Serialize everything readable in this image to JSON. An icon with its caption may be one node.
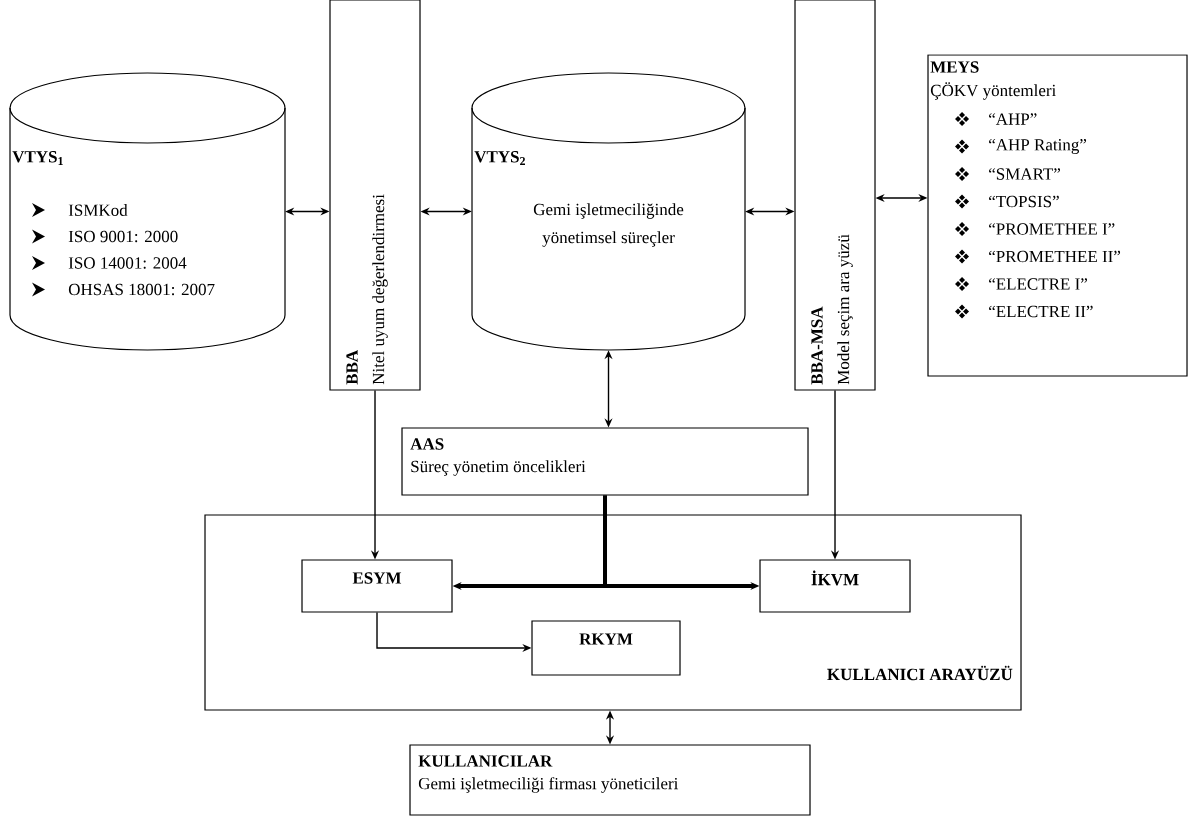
{
  "diagram": {
    "nodes": [
      {
        "text": [
          "VTYS$_{1}$",
          "ISMKod",
          "ISO 9001: 2000",
          "ISO 14001: 2004",
          "OHSAS 18001: 2007"
        ]
      },
      {
        "text": [
          "BBA",
          "Nitel uyum değerlendirmesi"
        ]
      },
      {
        "text": [
          "VTYS$_{2}$",
          "Gemi işletmeciliğinde yönetimsel süreçler"
        ]
      },
      {
        "text": [
          "BBA-MSA",
          "Model seçim ara yüzü"
        ]
      },
      {
        "text": [
          "MEYS",
          "ÇÖKV yöntemleri",
          "“AHP”",
          "“AHP Rating”",
          "“SMART”",
          "“TOPSIS”",
          "“PROMETHEE I”",
          "“PROMETHEE II”",
          "“ELECTRE I”",
          "“ELECTRE II”"
        ]
      },
      {
        "text": [
          "AAS",
          "Süreç yönetim öncelikleri"
        ]
      },
      {
        "text": [
          "KULLANICI ARAYÜZÜ"
        ]
      },
      {
        "text": [
          "ESYM"
        ],
        "in": 6
      },
      {
        "text": [
          "İKVM"
        ],
        "in": 6
      },
      {
        "text": [
          "RKYM"
        ],
        "in": 6
      },
      {
        "text": [
          "KULLANICILAR",
          "Gemi işletmeciliği firması yöneticileri"
        ]
      }
    ],
    "edges": [
      {
        "from": 0,
        "to": 1,
        "arrow": "both"
      },
      {
        "from": 1,
        "to": 2,
        "arrow": "both"
      },
      {
        "from": 2,
        "to": 3,
        "arrow": "both"
      },
      {
        "from": 3,
        "to": 4,
        "arrow": "both"
      },
      {
        "from": 2,
        "to": 5,
        "arrow": "both"
      },
      {
        "from": 1,
        "to": 7,
        "arrow": "to"
      },
      {
        "from": 3,
        "to": 8,
        "arrow": "to"
      },
      {
        "from": 5,
        "to": 7,
        "arrow": "to",
        "style": "thick"
      },
      {
        "from": 5,
        "to": 8,
        "arrow": "to",
        "style": "thick"
      },
      {
        "from": 7,
        "to": 9,
        "arrow": "to"
      },
      {
        "from": 6,
        "to": 10,
        "arrow": "both"
      }
    ]
  }
}
